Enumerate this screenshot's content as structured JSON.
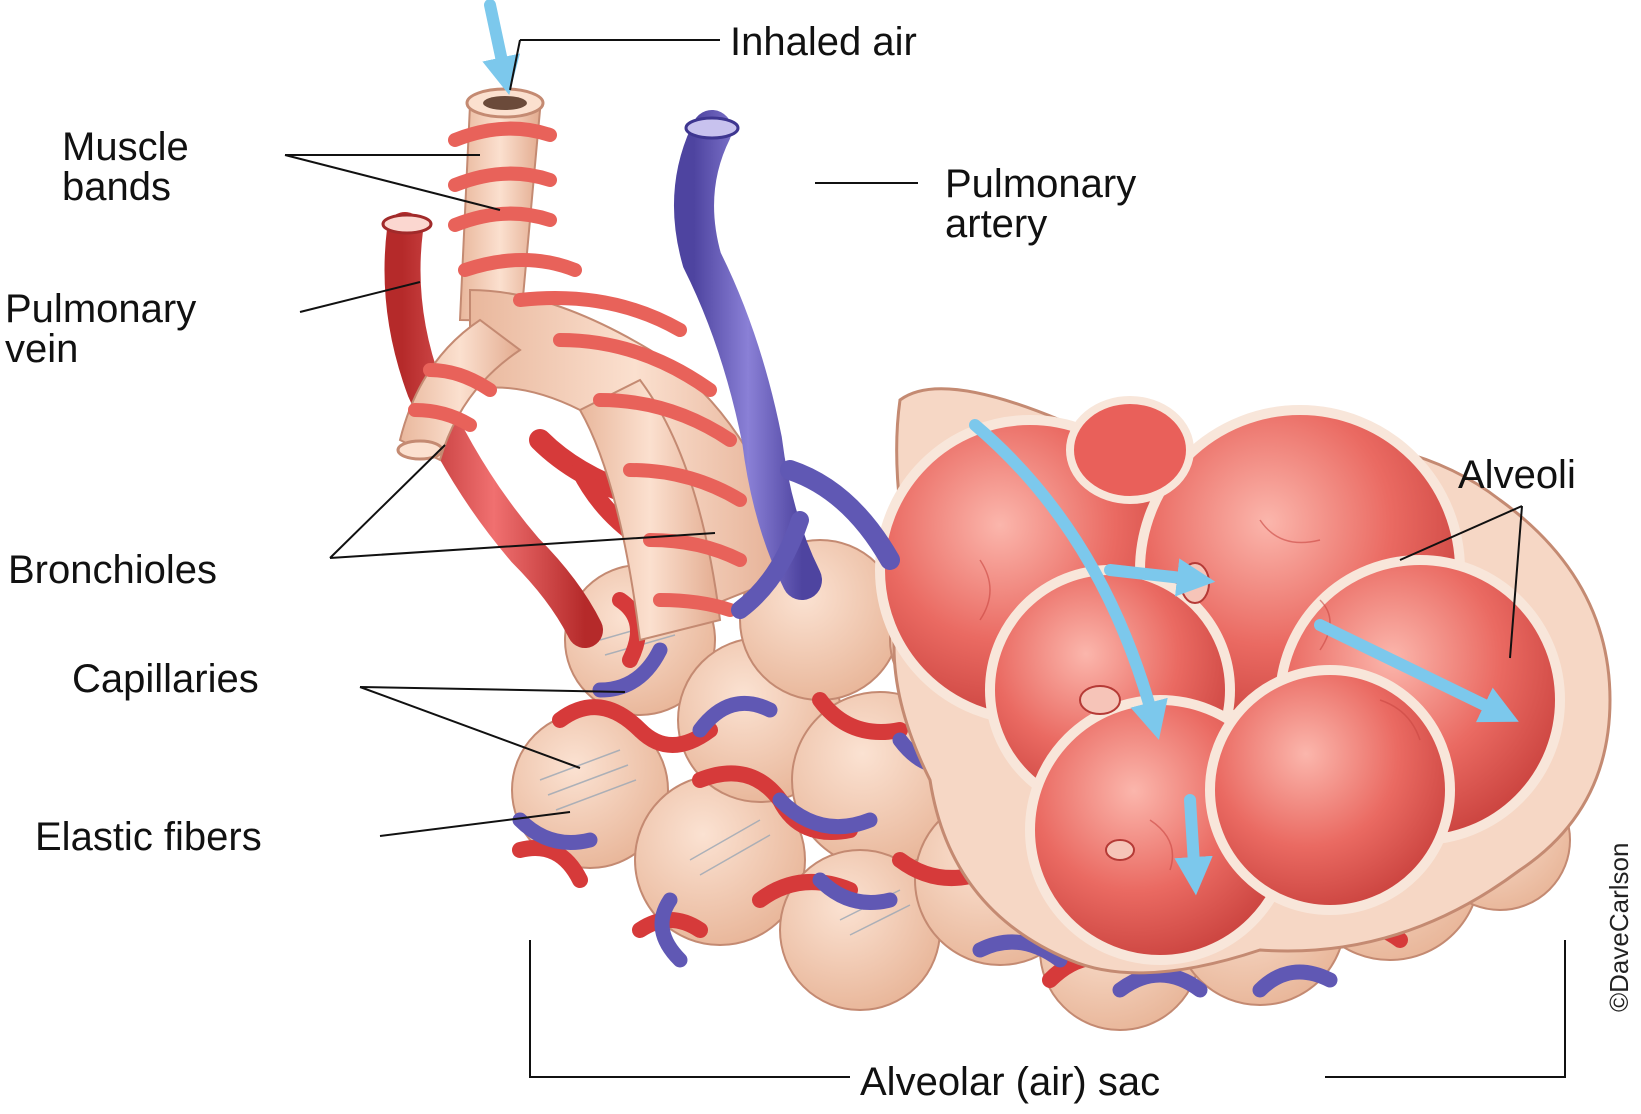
{
  "labels": {
    "inhaled_air": "Inhaled air",
    "muscle_bands_1": "Muscle",
    "muscle_bands_2": "bands",
    "pulmonary_artery_1": "Pulmonary",
    "pulmonary_artery_2": "artery",
    "pulmonary_vein_1": "Pulmonary",
    "pulmonary_vein_2": "vein",
    "alveoli": "Alveoli",
    "bronchioles": "Bronchioles",
    "capillaries": "Capillaries",
    "elastic_fibers": "Elastic fibers",
    "alveolar_sac": "Alveolar (air) sac"
  },
  "credit": "©DaveCarlson",
  "colors": {
    "airflow": "#7cc8ec",
    "artery_blue": "#6a60b8",
    "vein_red": "#d93a3a",
    "alveolus_red": "#e9605a",
    "tissue_peach": "#f2c7ad",
    "muscle_band": "#e86b63"
  }
}
